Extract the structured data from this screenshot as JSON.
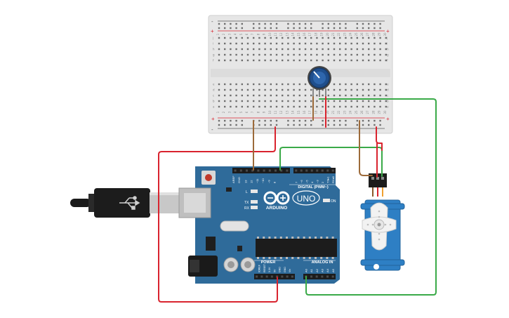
{
  "breadboard": {
    "rail_plus": "+",
    "rail_minus": "-",
    "row_letters_top": [
      "j",
      "i",
      "h",
      "g",
      "f"
    ],
    "row_letters_bottom": [
      "e",
      "d",
      "c",
      "b",
      "a"
    ],
    "column_count": 30
  },
  "arduino": {
    "logo_text": "ARDUINO",
    "model": "UNO",
    "digital_header": "DIGITAL (PWM~)",
    "power_header": "POWER",
    "analog_header": "ANALOG IN",
    "on_led": "ON",
    "led_l": "L",
    "led_tx": "TX",
    "led_rx": "RX",
    "aref": "AREF",
    "gnd": "GND",
    "digital_pins": [
      "13",
      "12",
      "~11",
      "~10",
      "~9",
      "8",
      "7",
      "~6",
      "~5",
      "4",
      "~3",
      "2",
      "TX▸1",
      "RX◂0"
    ],
    "power_pins": [
      "IOREF",
      "RESET",
      "3.3V",
      "5V",
      "GND",
      "GND",
      "Vin"
    ],
    "analog_pins": [
      "A0",
      "A1",
      "A2",
      "A3",
      "A4",
      "A5"
    ]
  },
  "colors": {
    "board_blue": "#2f6b9a",
    "wire_red": "#d9232e",
    "wire_brown": "#9c6a3a",
    "wire_green": "#3aaa48",
    "servo_blue": "#2e7fc4",
    "pot_knob": "#1f4e8c"
  },
  "icons": {
    "usb_cable": "usb-cable-icon",
    "servo": "servo-motor-icon",
    "potentiometer": "potentiometer-icon"
  }
}
